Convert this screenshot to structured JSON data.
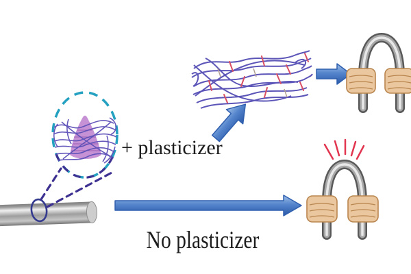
{
  "figure": {
    "type": "scientific-diagram",
    "background": "#ffffff",
    "labels": {
      "plus_plasticizer": "+ plasticizer",
      "no_plasticizer": "No plasticizer"
    },
    "colors": {
      "arrow_blue_light": "#9fc0e8",
      "arrow_blue_mid": "#5585cc",
      "arrow_blue_dark": "#2a58a8",
      "arrow_outline": "#2f5fae",
      "dashed_circle_teal": "#24a0c0",
      "dashed_cone_purple": "#3d3191",
      "polymer_chain_purple": "#5c55b8",
      "crosslink_red": "#d94f63",
      "crystalline_region_magenta": "#bc7fce",
      "hand_skin": "#eac79e",
      "hand_outline": "#b9854e",
      "wire_dark": "#595959",
      "wire_mid": "#a8a8a8",
      "wire_highlight": "#e8e8e8",
      "crack_red": "#e23550",
      "rod_gray": "#9e9e9e",
      "text_color": "#1c1c1c"
    },
    "icons": [
      {
        "name": "steel-rod-icon",
        "meaning": "gray metal rod sample"
      },
      {
        "name": "zoom-callout-icon",
        "meaning": "dashed magnifier cone from rod to molecular view"
      },
      {
        "name": "entangled-polymer-icon",
        "meaning": "tightly entangled polymer chains with dense crystalline core"
      },
      {
        "name": "plus-plasticizer-arrow-icon",
        "meaning": "short diagonal blue arrow"
      },
      {
        "name": "relaxed-network-icon",
        "meaning": "loosened polymer network with red crosslinks"
      },
      {
        "name": "arrow-to-flexible-wire-icon",
        "meaning": "short horizontal blue arrow"
      },
      {
        "name": "flexible-bend-icon",
        "meaning": "two hands bending wire smoothly"
      },
      {
        "name": "no-plasticizer-arrow-icon",
        "meaning": "long horizontal blue arrow"
      },
      {
        "name": "brittle-bend-icon",
        "meaning": "two hands bending wire with red stress cracks"
      }
    ]
  }
}
